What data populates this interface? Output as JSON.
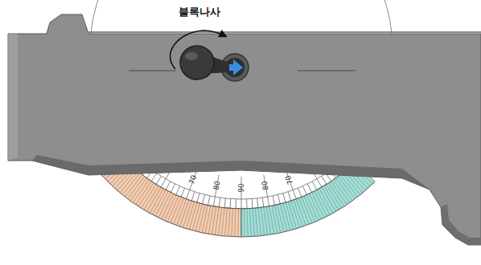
{
  "diagram": {
    "labels": [
      "블록나사",
      "70",
      "80",
      "90",
      "80",
      "70"
    ]
  }
}
